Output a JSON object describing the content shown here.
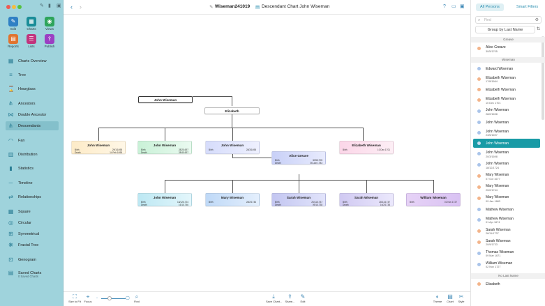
{
  "window": {
    "title": "Wiseman241019",
    "chart_title": "Descendant Chart John Wiseman"
  },
  "toolbar": [
    {
      "label": "Edit",
      "color": "#2f80c4",
      "icon": "pencil-icon"
    },
    {
      "label": "Charts",
      "color": "#1a8d98",
      "icon": "charts-icon"
    },
    {
      "label": "Views",
      "color": "#2ea45b",
      "icon": "eye-icon"
    },
    {
      "label": "Reports",
      "color": "#e0742f",
      "icon": "reports-icon"
    },
    {
      "label": "Lists",
      "color": "#c1347d",
      "icon": "lists-icon"
    },
    {
      "label": "Publish",
      "color": "#9b3fc3",
      "icon": "publish-icon"
    }
  ],
  "nav": [
    {
      "label": "Charts Overview",
      "icon": "charts-overview-icon"
    },
    {
      "label": "Tree",
      "icon": "tree-icon"
    },
    {
      "label": "Hourglass",
      "icon": "hourglass-icon"
    },
    {
      "label": "Ancestors",
      "icon": "ancestors-icon"
    },
    {
      "label": "Double Ancestor",
      "icon": "double-ancestor-icon"
    },
    {
      "label": "Descendants",
      "icon": "descendants-icon"
    },
    {
      "label": "Fan",
      "icon": "fan-icon"
    },
    {
      "label": "Distribution",
      "icon": "distribution-icon"
    },
    {
      "label": "Statistics",
      "icon": "statistics-icon"
    },
    {
      "label": "Timeline",
      "icon": "timeline-icon"
    },
    {
      "label": "Relationships",
      "icon": "relationships-icon"
    },
    {
      "label": "Square",
      "icon": "square-icon"
    },
    {
      "label": "Circular",
      "icon": "circular-icon"
    },
    {
      "label": "Symmetrical",
      "icon": "symmetrical-icon"
    },
    {
      "label": "Fractal Tree",
      "icon": "fractal-tree-icon"
    },
    {
      "label": "Genogram",
      "icon": "genogram-icon"
    },
    {
      "label": "Saved Charts",
      "icon": "saved-charts-icon"
    }
  ],
  "saved_charts_sub": "0 Saved Charts",
  "chart": {
    "birth_label": "Birth",
    "death_label": "Death",
    "root": "John Wiseman",
    "spouse": "Elizabeth",
    "gen2": [
      {
        "name": "John Wiseman",
        "birth": "29/1/1698",
        "death": "14 Feb 1698"
      },
      {
        "name": "John Wiseman",
        "birth": "28/2/1697",
        "death": "28/4/1697"
      },
      {
        "name": "John Wiseman",
        "birth": "28/3/1698",
        "death": ""
      },
      {
        "name": "Elizabeth Wiseman",
        "birth": "10 Dec 1701",
        "death": ""
      }
    ],
    "alice": {
      "name": "Alice Greave",
      "birth": "30/5/1705",
      "death": "06 Jan 1783"
    },
    "gen3": [
      {
        "name": "John Wiseman",
        "birth": "18/12/1724",
        "death": "16/1/1746"
      },
      {
        "name": "Mary Wiseman",
        "birth": "28/2/1746",
        "death": ""
      },
      {
        "name": "Sarah Wiseman",
        "birth": "26/11/1737",
        "death": "09/1/1738"
      },
      {
        "name": "Sarah Wiseman",
        "birth": "28/11/1737",
        "death": "16/2/1738"
      },
      {
        "name": "William Wiseman",
        "birth": "02 Nov 1727",
        "death": ""
      }
    ]
  },
  "bottom": {
    "size_to_fit": "Size to Fit",
    "focus": "Focus",
    "find": "Find",
    "save_chart": "Save Chart...",
    "share": "Share...",
    "edit": "Edit",
    "theme": "Theme",
    "chart": "Chart",
    "style": "Style"
  },
  "rpanel": {
    "all_persons": "All Persons",
    "smart_filters": "Smart Filters",
    "find_placeholder": "Find",
    "group_by": "Group by Last Name",
    "sections": [
      {
        "title": "Greave",
        "items": [
          {
            "name": "Alice Greave",
            "date": "30/5/1705",
            "sex": "f"
          }
        ]
      },
      {
        "title": "Wiseman",
        "items": [
          {
            "name": "Edward Wiseman",
            "date": "",
            "sex": "m"
          },
          {
            "name": "Elizabeth Wiseman",
            "date": "17/8/1664",
            "sex": "f"
          },
          {
            "name": "Elizabeth Wiseman",
            "date": "",
            "sex": "f"
          },
          {
            "name": "Elizabeth Wiseman",
            "date": "10 Dec 1701",
            "sex": "f"
          },
          {
            "name": "John Wiseman",
            "date": "28/2/1698",
            "sex": "m"
          },
          {
            "name": "John Wiseman",
            "date": "",
            "sex": "m"
          },
          {
            "name": "John Wiseman",
            "date": "23/5/1697",
            "sex": "m"
          },
          {
            "name": "John Wiseman",
            "date": "",
            "sex": "m",
            "selected": true
          },
          {
            "name": "John Wiseman",
            "date": "20/3/1698",
            "sex": "m"
          },
          {
            "name": "John Wiseman",
            "date": "18/12/1724",
            "sex": "m"
          },
          {
            "name": "Mary Wiseman",
            "date": "07 Oct 1677",
            "sex": "f"
          },
          {
            "name": "Mary Wiseman",
            "date": "20/2/1744",
            "sex": "f"
          },
          {
            "name": "Mary Wiseman",
            "date": "09 Jan 1683",
            "sex": "f"
          },
          {
            "name": "Mathew Wiseman",
            "date": "",
            "sex": "m"
          },
          {
            "name": "Mathew Wiseman",
            "date": "01 Apr 1674",
            "sex": "m"
          },
          {
            "name": "Sarah Wiseman",
            "date": "26/11/1737",
            "sex": "f"
          },
          {
            "name": "Sarah Wiseman",
            "date": "20/9/1733",
            "sex": "f"
          },
          {
            "name": "Thomas Wiseman",
            "date": "09 Mar 1671",
            "sex": "m"
          },
          {
            "name": "William Wiseman",
            "date": "02 Nov 1727",
            "sex": "m"
          }
        ]
      },
      {
        "title": "No Last Name",
        "items": [
          {
            "name": "Elizabeth",
            "date": "",
            "sex": "f"
          }
        ]
      }
    ]
  },
  "colors": {
    "female_dot": "#f3b48a",
    "male_dot": "#a9c4ea",
    "selected": "#199ba6",
    "accent": "#3a86b5"
  }
}
